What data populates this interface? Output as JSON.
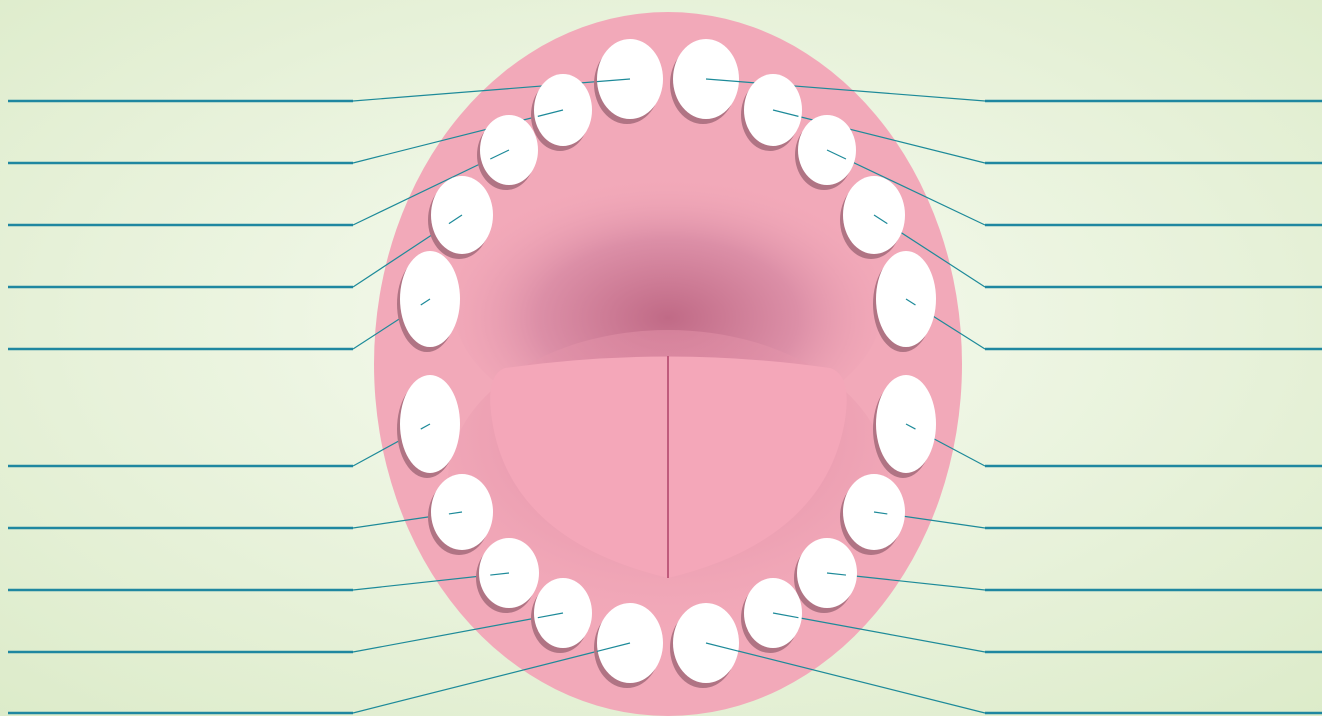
{
  "title": "",
  "colors": {
    "background_light": "#f5f9ee",
    "background_dark": "#dcebc9",
    "gum": "#f2a9b9",
    "palate_shadow": "#c06a86",
    "tongue": "#f4a7b9",
    "tongue_line": "#c05a7c",
    "tooth": "#ffffff",
    "tooth_shadow": "#b07484",
    "leader_line": "#1d8a99",
    "answer_line": "#1f87a0"
  },
  "diagram": {
    "type": "primary dentition labeling worksheet",
    "arches": [
      {
        "name": "upper",
        "tooth_count": 10
      },
      {
        "name": "lower",
        "tooth_count": 10
      }
    ],
    "blank_labels": {
      "left_count": 10,
      "right_count": 10,
      "text": ""
    }
  }
}
